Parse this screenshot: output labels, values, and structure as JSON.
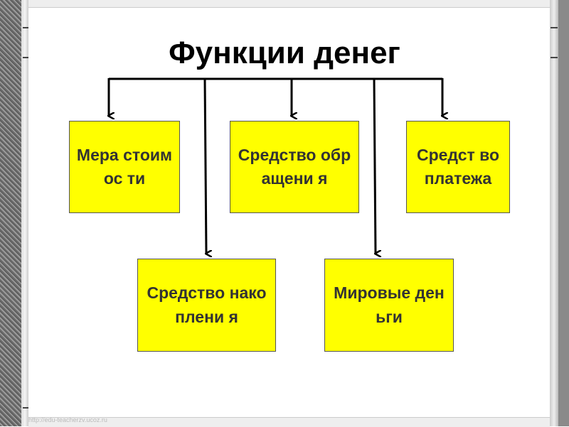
{
  "title": "Функции денег",
  "watermark": "http://edu-teacherzv.ucoz.ru",
  "boxes": [
    {
      "label": "Мера стоимос ти"
    },
    {
      "label": "Средство обращени я"
    },
    {
      "label": "Средст во платежа"
    },
    {
      "label": "Средство накоплени я"
    },
    {
      "label": "Мировые деньги"
    }
  ],
  "colors": {
    "box_fill": "#ffff00",
    "text": "#333333"
  }
}
